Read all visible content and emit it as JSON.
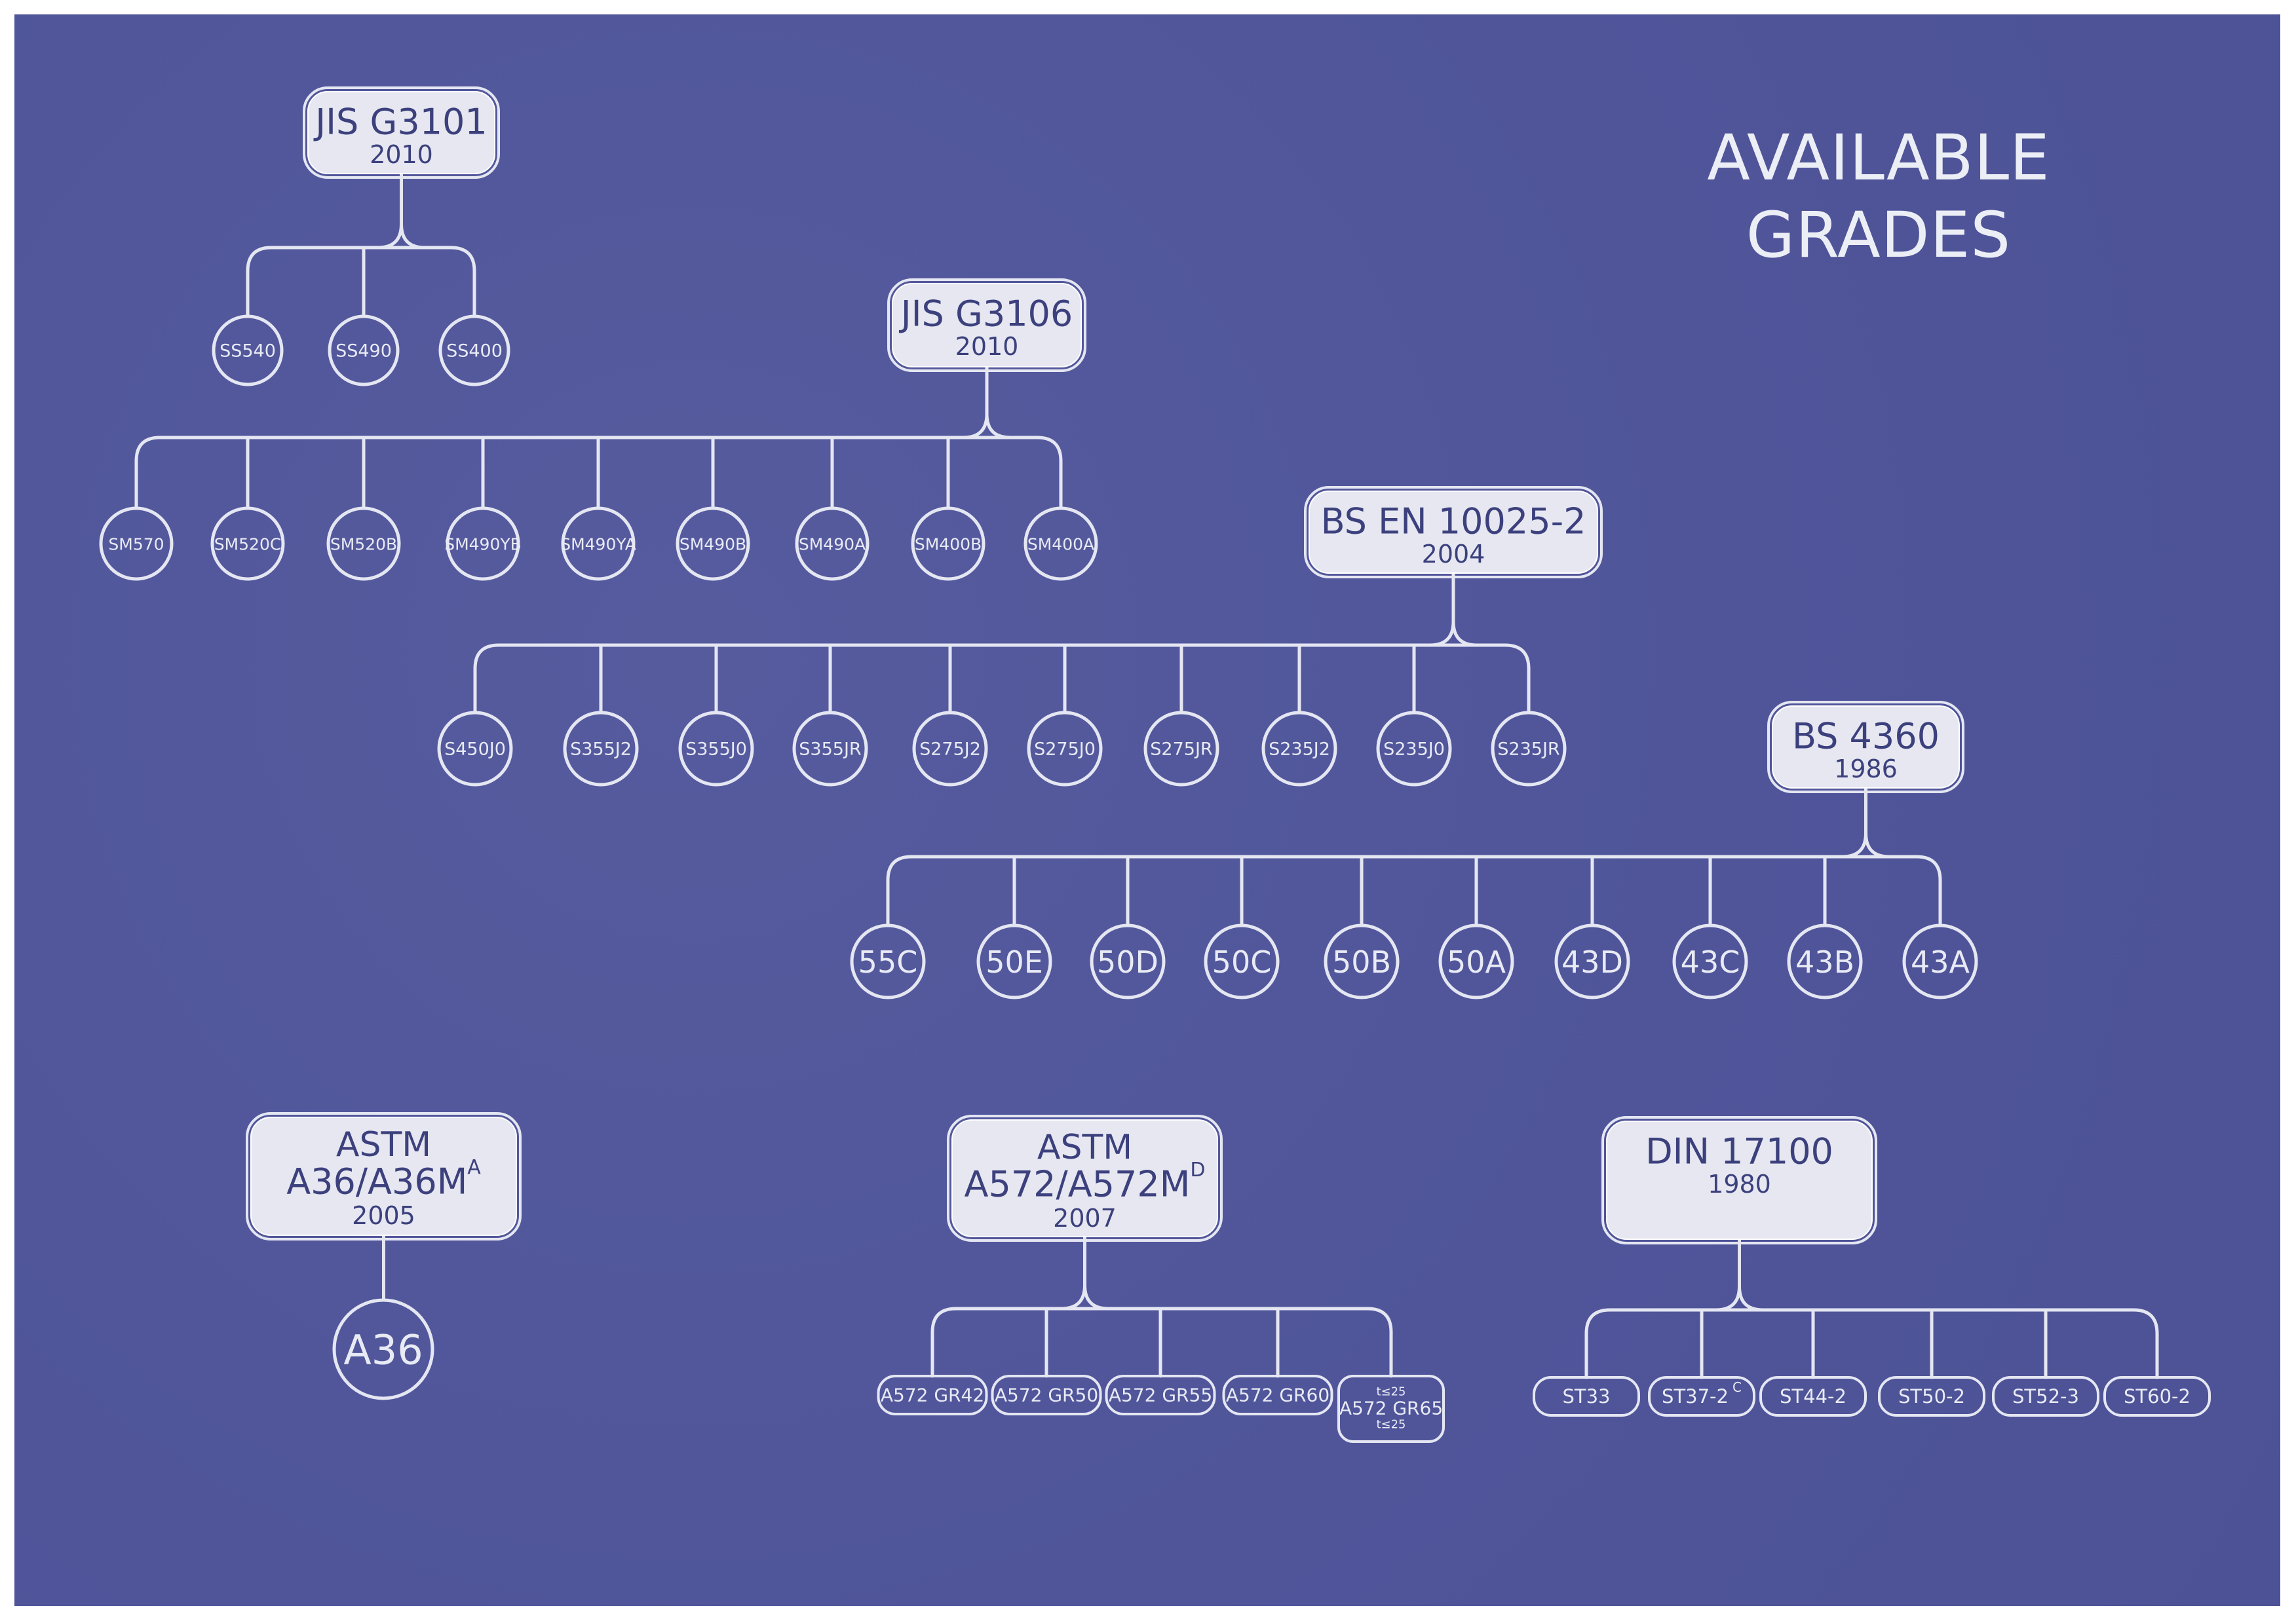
{
  "title": {
    "line1": "AVAILABLE",
    "line2": "GRADES"
  },
  "colors": {
    "background": "#52579a",
    "line": "#e4e6f2",
    "box_fill": "#e6e7f1",
    "box_text": "#3c417d",
    "leaf_text": "#e8eaf4"
  },
  "standards": [
    {
      "id": "jis3101",
      "name": "JIS G3101",
      "year": "2010",
      "grades": [
        "SS540",
        "SS490",
        "SS400"
      ]
    },
    {
      "id": "jis3106",
      "name": "JIS G3106",
      "year": "2010",
      "grades": [
        "SM570",
        "SM520C",
        "SM520B",
        "SM490YB",
        "SM490YA",
        "SM490B",
        "SM490A",
        "SM400B",
        "SM400A"
      ]
    },
    {
      "id": "bsen",
      "name": "BS EN 10025-2",
      "year": "2004",
      "grades": [
        "S450J0",
        "S355J2",
        "S355J0",
        "S355JR",
        "S275J2",
        "S275J0",
        "S275JR",
        "S235J2",
        "S235J0",
        "S235JR"
      ]
    },
    {
      "id": "bs4360",
      "name": "BS 4360",
      "year": "1986",
      "grades": [
        "55C",
        "50E",
        "50D",
        "50C",
        "50B",
        "50A",
        "43D",
        "43C",
        "43B",
        "43A"
      ]
    },
    {
      "id": "astm36",
      "name": "ASTM",
      "name2": "A36/A36M",
      "sup": "A",
      "year": "2005",
      "grades": [
        "A36"
      ]
    },
    {
      "id": "astm572",
      "name": "ASTM",
      "name2": "A572/A572M",
      "sup": "D",
      "year": "2007",
      "grades": [
        "A572 GR42",
        "A572 GR50",
        "A572 GR55",
        "A572 GR60",
        "A572 GR65"
      ],
      "grade_notes": {
        "top": "t≤25",
        "bottom": "t≤25"
      }
    },
    {
      "id": "din",
      "name": "DIN 17100",
      "year": "1980",
      "grades": [
        "ST33",
        "ST37-2",
        "ST44-2",
        "ST50-2",
        "ST52-3",
        "ST60-2"
      ],
      "grade_sup": {
        "index": 1,
        "text": "C"
      }
    }
  ]
}
